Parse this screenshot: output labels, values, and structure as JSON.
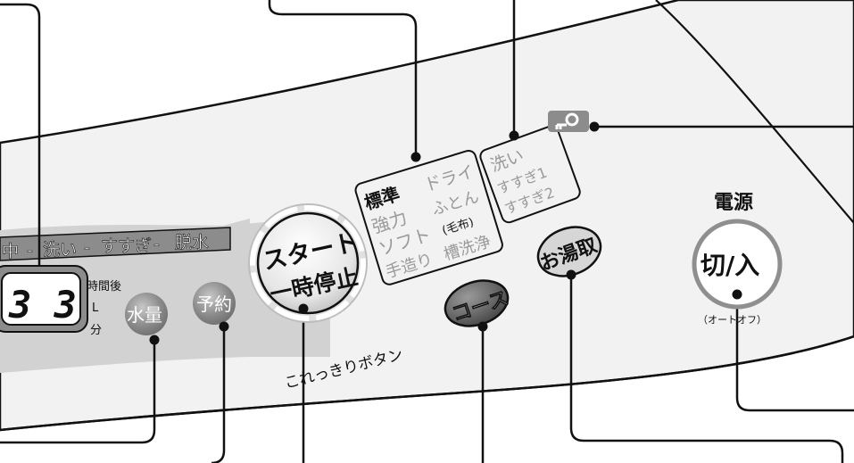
{
  "progress_bar": {
    "stages": [
      "中",
      "洗い",
      "すすぎ",
      "脱水"
    ],
    "separator": "-"
  },
  "display": {
    "digits": "3 3",
    "units": [
      "時間後",
      "L",
      "分"
    ]
  },
  "buttons": {
    "water_level": "水量",
    "timer": "予約",
    "start_line1": "スタート",
    "start_line2": "一時停止",
    "course": "コース",
    "hot_water": "お湯取",
    "power": "切/入"
  },
  "start_caption": "これっきりボタン",
  "course_options": {
    "col1": [
      "標準",
      "強力",
      "ソフト",
      "手造り"
    ],
    "col2": [
      "ドライ",
      "ふとん",
      "(毛布)",
      "槽洗浄"
    ]
  },
  "process_options": [
    "洗い",
    "すすぎ1",
    "すすぎ2"
  ],
  "power_title": "電源",
  "power_caption": "（オートオフ）",
  "colors": {
    "panel": "#f2f2f2",
    "band": "#d2d2d2",
    "strip": "#8c8c8c",
    "button": "#8f8f8f",
    "outline": "#111111",
    "light_text": "#9a9a9a"
  },
  "icons": [
    "key-lock-icon"
  ]
}
